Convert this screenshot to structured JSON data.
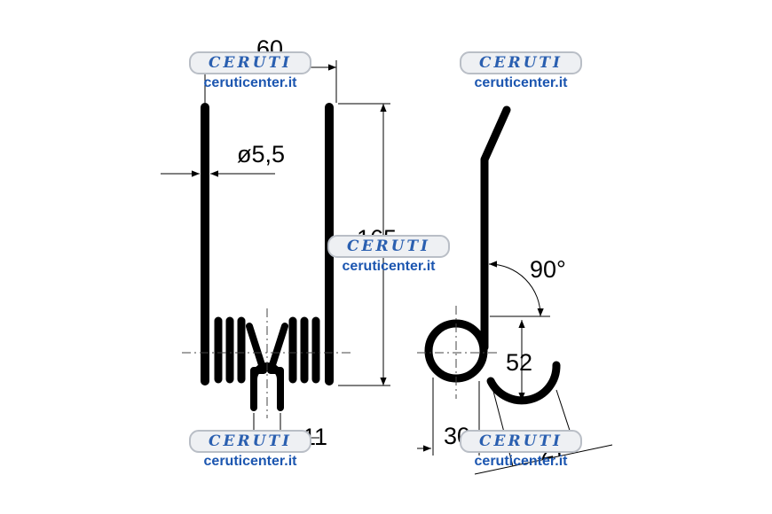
{
  "drawing": {
    "dimensions": {
      "width": "60",
      "wire_diameter": "ø5,5",
      "height": "165",
      "angle": "90°",
      "hook_drop": "52",
      "loop_gap": "11",
      "coil_offset": "30",
      "hook_offset": "27"
    }
  },
  "watermark": {
    "brand": "CERUTI",
    "url": "ceruticenter.it",
    "brand_color": "#2a5fb0",
    "url_color": "#1c56b0"
  }
}
